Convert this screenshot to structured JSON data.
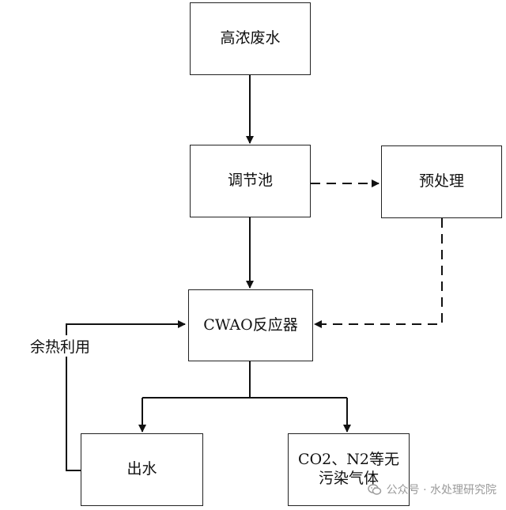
{
  "diagram": {
    "nodes": {
      "wastewater": "高浓废水",
      "tank": "调节池",
      "pretreat": "预处理",
      "reactor": "CWAO反应器",
      "outwater": "出水",
      "gas": "CO2、N2等无污染气体"
    },
    "labels": {
      "heat": "余热利用"
    }
  },
  "watermark": {
    "text": "公众号 · 水处理研究院"
  }
}
